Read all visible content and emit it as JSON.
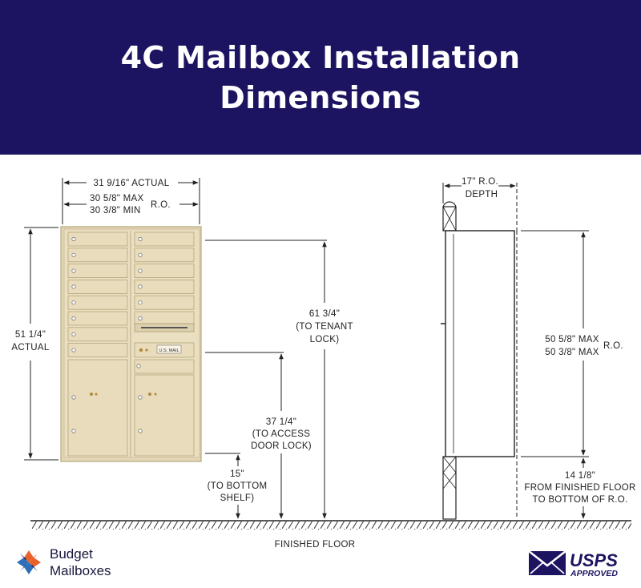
{
  "header": {
    "title_line1": "4C Mailbox Installation",
    "title_line2": "Dimensions",
    "bg_color": "#1c1461"
  },
  "front_view": {
    "width_actual": "31 9/16\" ACTUAL",
    "ro_width_max": "30 5/8\" MAX",
    "ro_width_min": "30 3/8\" MIN",
    "ro_label": "R.O.",
    "height_value": "51 1/4\"",
    "height_label": "ACTUAL",
    "tenant_lock": [
      "61 3/4\"",
      "(TO TENANT",
      "LOCK)"
    ],
    "access_lock": [
      "37 1/4\"",
      "(TO ACCESS",
      "DOOR LOCK)"
    ],
    "bottom_shelf": [
      "15\"",
      "(TO BOTTOM",
      "SHELF)"
    ],
    "tag_text": "U.S. MAIL",
    "unit_color": "#e8dcbc"
  },
  "side_view": {
    "ro_depth": [
      "17\" R.O.",
      "DEPTH"
    ],
    "ro_height_max": "50 5/8\" MAX",
    "ro_height_min": "50 3/8\" MAX",
    "ro_label": "R.O.",
    "floor_to_ro": [
      "14 1/8\"",
      "FROM FINISHED FLOOR",
      "TO BOTTOM OF R.O."
    ]
  },
  "floor_label": "FINISHED FLOOR",
  "footer": {
    "brand_line1": "Budget",
    "brand_line2": "Mailboxes",
    "usps_main": "USPS",
    "usps_sub": "APPROVED",
    "logo_colors": [
      "#e8632b",
      "#2f6fb7",
      "#1c1461"
    ]
  }
}
